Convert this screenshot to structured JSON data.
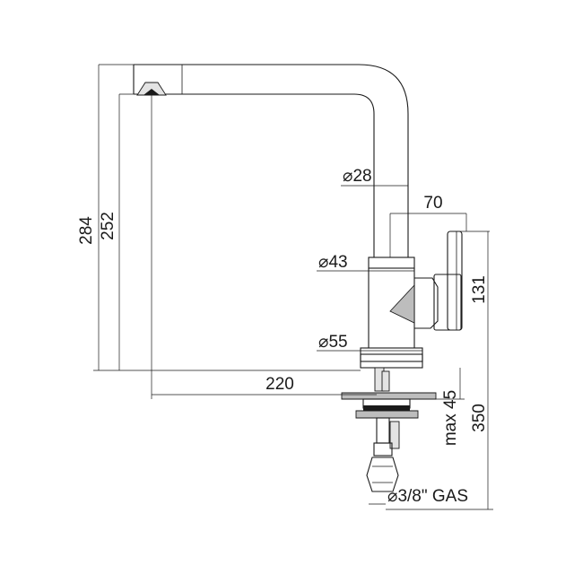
{
  "dimensions": {
    "overall_height": "284",
    "spout_height": "252",
    "spout_reach": "220",
    "lever_height": "131",
    "handle_length": "70",
    "tube_diameter": "⌀28",
    "body_diameter": "⌀43",
    "base_diameter": "⌀55",
    "max_deck": "max 45",
    "hose_length": "350",
    "connection": "⌀3/8\" GAS"
  }
}
